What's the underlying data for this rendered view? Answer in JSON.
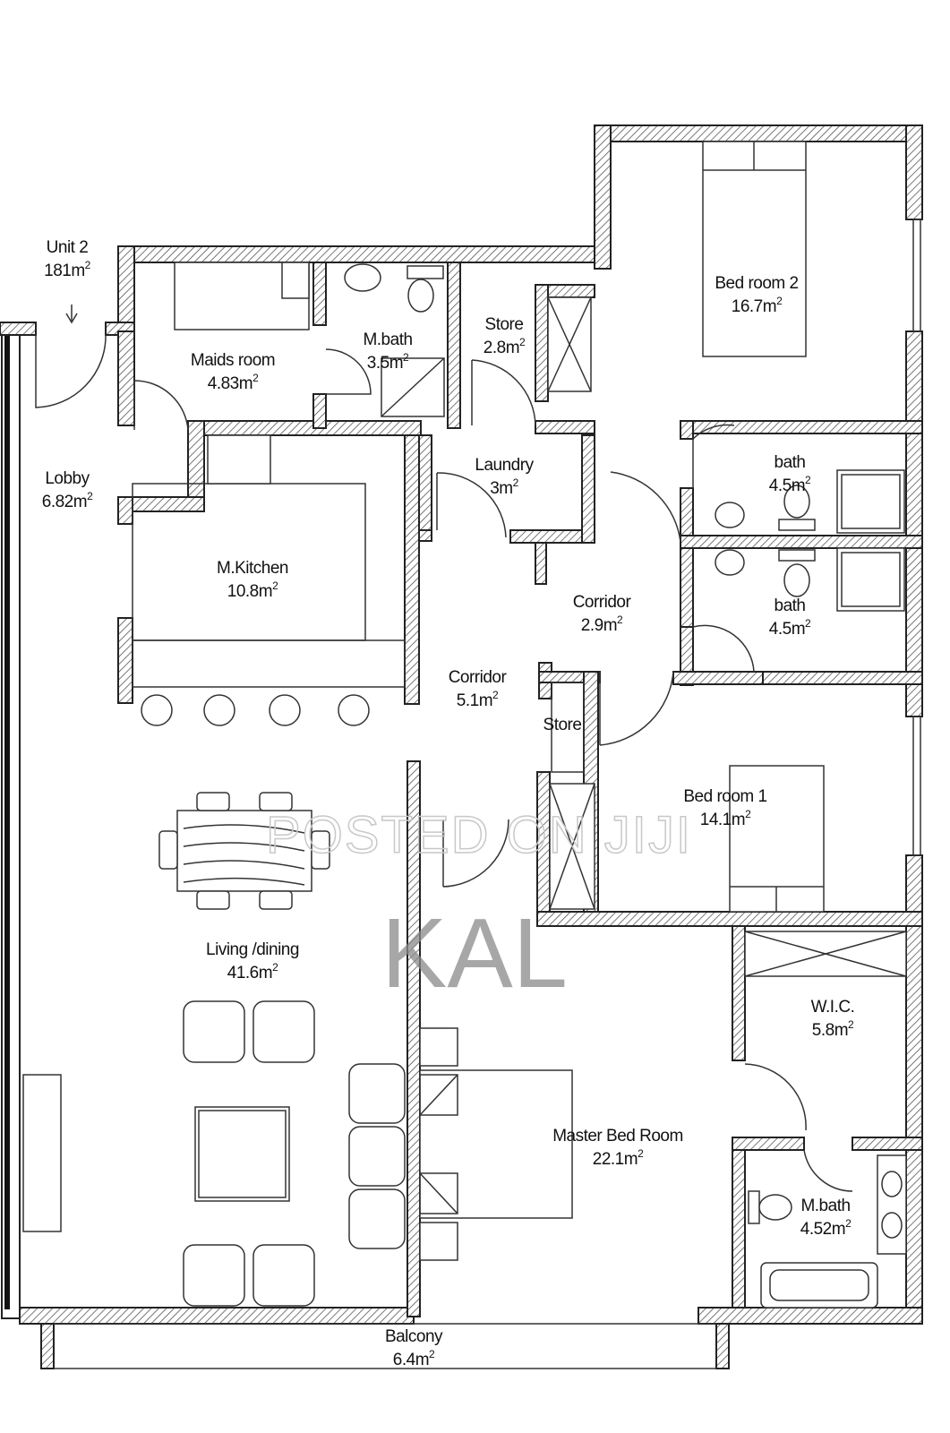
{
  "unit": {
    "name": "Unit 2",
    "area": "181m",
    "sup": "2"
  },
  "rooms": [
    {
      "key": "lobby",
      "name": "Lobby",
      "area": "6.82m",
      "sup": "2"
    },
    {
      "key": "maids",
      "name": "Maids room",
      "area": "4.83m",
      "sup": "2"
    },
    {
      "key": "mbath-top",
      "name": "M.bath",
      "area": "3.5m",
      "sup": "2"
    },
    {
      "key": "store-top",
      "name": "Store",
      "area": "2.8m",
      "sup": "2"
    },
    {
      "key": "bedroom2",
      "name": "Bed room 2",
      "area": "16.7m",
      "sup": "2"
    },
    {
      "key": "laundry",
      "name": "Laundry",
      "area": "3m",
      "sup": "2"
    },
    {
      "key": "bath-upper",
      "name": "bath",
      "area": "4.5m",
      "sup": "2"
    },
    {
      "key": "kitchen",
      "name": "M.Kitchen",
      "area": "10.8m",
      "sup": "2"
    },
    {
      "key": "corridor-1",
      "name": "Corridor",
      "area": "2.9m",
      "sup": "2"
    },
    {
      "key": "bath-lower",
      "name": "bath",
      "area": "4.5m",
      "sup": "2"
    },
    {
      "key": "corridor-2",
      "name": "Corridor",
      "area": "5.1m",
      "sup": "2"
    },
    {
      "key": "store-mid",
      "name": "Store",
      "area": "",
      "sup": ""
    },
    {
      "key": "bedroom1",
      "name": "Bed room 1",
      "area": "14.1m",
      "sup": "2"
    },
    {
      "key": "living",
      "name": "Living /dining",
      "area": "41.6m",
      "sup": "2"
    },
    {
      "key": "wic",
      "name": "W.I.C.",
      "area": "5.8m",
      "sup": "2"
    },
    {
      "key": "master",
      "name": "Master Bed Room",
      "area": "22.1m",
      "sup": "2"
    },
    {
      "key": "mbath-master",
      "name": "M.bath",
      "area": "4.52m",
      "sup": "2"
    },
    {
      "key": "balcony",
      "name": "Balcony",
      "area": "6.4m",
      "sup": "2"
    }
  ],
  "watermark": {
    "line1": "POSTED ON JIJI",
    "line2": "KAL"
  }
}
